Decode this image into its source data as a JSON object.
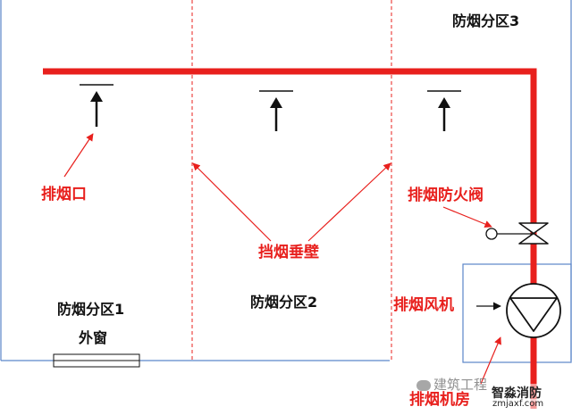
{
  "zones": {
    "zone1": "防烟分区1",
    "zone2": "防烟分区2",
    "zone3": "防烟分区3"
  },
  "labels": {
    "smoke_outlet": "排烟口",
    "smoke_curtain": "挡烟垂壁",
    "fire_damper": "排烟防火阀",
    "exhaust_fan": "排烟风机",
    "fan_room": "排烟机房",
    "window": "外窗"
  },
  "watermark": {
    "account": "建筑工程",
    "brand": "智淼消防",
    "domain": "zmjaxf.com"
  },
  "colors": {
    "duct": "#e8201d",
    "wall": "#5b86c9",
    "text_red": "#e8201d",
    "text_black": "#111111"
  },
  "icons": {
    "watermark": "wechat-icon",
    "flow_arrow": "up-arrow-icon",
    "damper": "butterfly-valve-icon",
    "fan": "centrifugal-fan-icon"
  }
}
